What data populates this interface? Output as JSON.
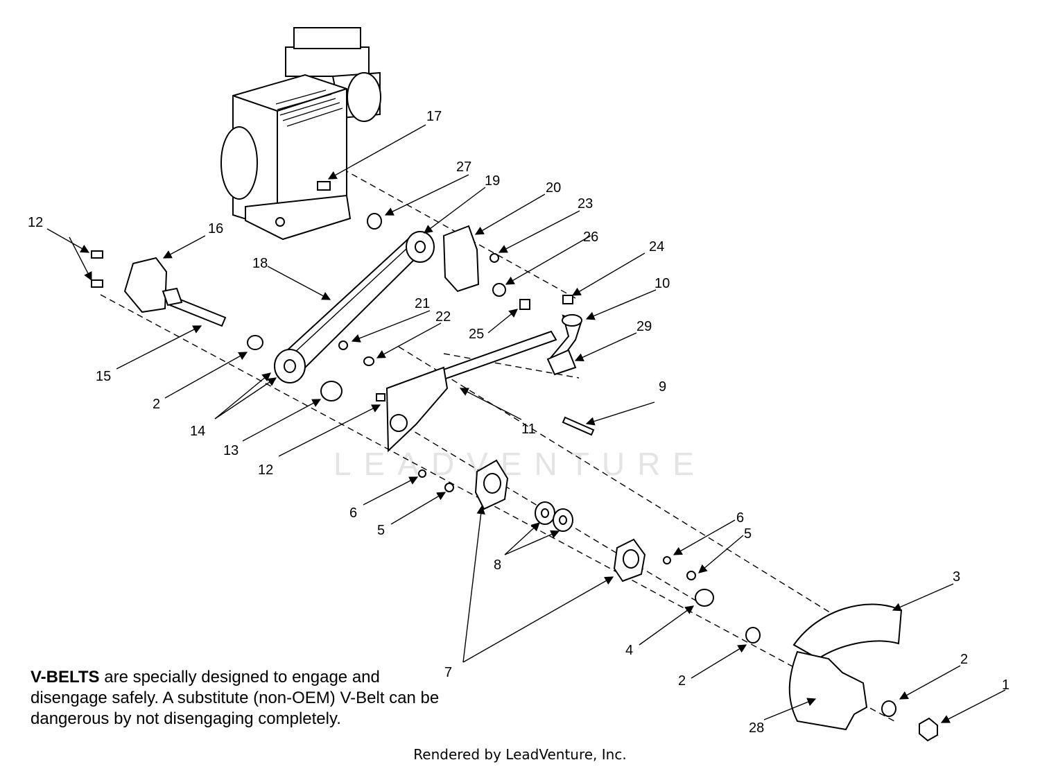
{
  "watermark": "LEADVENTURE",
  "note": {
    "bold": "V-BELTS",
    "text": " are specially designed to engage and disengage safely. A substitute (non-OEM) V-Belt can be dangerous by not disengaging completely."
  },
  "footer": "Rendered by LeadVenture, Inc.",
  "callouts": [
    {
      "id": "c1",
      "label": "1"
    },
    {
      "id": "c2a",
      "label": "2"
    },
    {
      "id": "c2b",
      "label": "2"
    },
    {
      "id": "c2c",
      "label": "2"
    },
    {
      "id": "c3",
      "label": "3"
    },
    {
      "id": "c4",
      "label": "4"
    },
    {
      "id": "c5a",
      "label": "5"
    },
    {
      "id": "c5b",
      "label": "5"
    },
    {
      "id": "c6a",
      "label": "6"
    },
    {
      "id": "c6b",
      "label": "6"
    },
    {
      "id": "c7",
      "label": "7"
    },
    {
      "id": "c8",
      "label": "8"
    },
    {
      "id": "c9",
      "label": "9"
    },
    {
      "id": "c10",
      "label": "10"
    },
    {
      "id": "c11",
      "label": "11"
    },
    {
      "id": "c12a",
      "label": "12"
    },
    {
      "id": "c12b",
      "label": "12"
    },
    {
      "id": "c13",
      "label": "13"
    },
    {
      "id": "c14",
      "label": "14"
    },
    {
      "id": "c15",
      "label": "15"
    },
    {
      "id": "c16",
      "label": "16"
    },
    {
      "id": "c17",
      "label": "17"
    },
    {
      "id": "c18",
      "label": "18"
    },
    {
      "id": "c19",
      "label": "19"
    },
    {
      "id": "c20",
      "label": "20"
    },
    {
      "id": "c21",
      "label": "21"
    },
    {
      "id": "c22",
      "label": "22"
    },
    {
      "id": "c23",
      "label": "23"
    },
    {
      "id": "c24",
      "label": "24"
    },
    {
      "id": "c25",
      "label": "25"
    },
    {
      "id": "c26",
      "label": "26"
    },
    {
      "id": "c27",
      "label": "27"
    },
    {
      "id": "c28",
      "label": "28"
    },
    {
      "id": "c29",
      "label": "29"
    }
  ]
}
